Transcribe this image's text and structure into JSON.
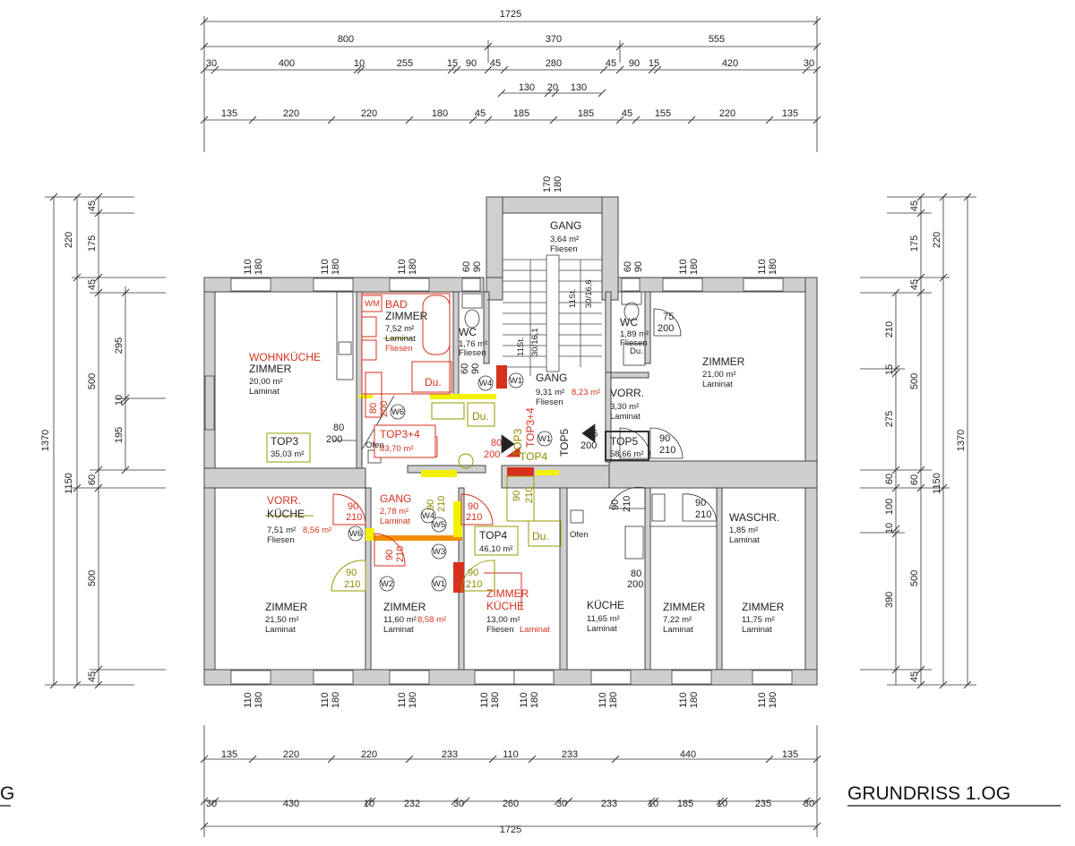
{
  "title": "GRUNDRISS 1.OG",
  "title_left_fragment": "G",
  "dims": {
    "top_total": "1725",
    "top_row2": [
      "800",
      "370",
      "555"
    ],
    "top_row3": [
      "30",
      "400",
      "10",
      "255",
      "15",
      "90",
      "45",
      "280",
      "45",
      "90",
      "15",
      "420",
      "30"
    ],
    "top_stair": [
      "130",
      "20",
      "130"
    ],
    "top_row4": [
      "135",
      "220",
      "220",
      "180",
      "45",
      "185",
      "185",
      "45",
      "155",
      "220",
      "135"
    ],
    "bottom_row1": [
      "135",
      "220",
      "220",
      "233",
      "110",
      "233",
      "440",
      "135"
    ],
    "bottom_row2": [
      "30",
      "430",
      "10",
      "232",
      "30",
      "260",
      "30",
      "233",
      "10",
      "185",
      "10",
      "235",
      "30"
    ],
    "bottom_total": "1725",
    "left_total": "1370",
    "left_mid": [
      "220",
      "1150"
    ],
    "left_inner": [
      "45",
      "175",
      "45",
      "500",
      "60",
      "500",
      "45"
    ],
    "left_window": [
      "295",
      "10",
      "195"
    ],
    "right_total": "1370",
    "right_mid": [
      "220",
      "1150"
    ],
    "right_inner": [
      "45",
      "175",
      "45",
      "500",
      "60",
      "500",
      "45"
    ],
    "right_window": [
      "210",
      "15",
      "275",
      "60",
      "100",
      "10",
      "390"
    ],
    "window_top": [
      "110",
      "180"
    ],
    "window_wc": [
      "60",
      "90"
    ],
    "stair_top": [
      "170",
      "180"
    ]
  },
  "rooms": [
    {
      "id": "wohnkueche",
      "name1": "WOHNKÜCHE",
      "name2": "ZIMMER",
      "area": "20,00 m²",
      "floor": "Laminat"
    },
    {
      "id": "bad",
      "name1": "BAD",
      "name2": "ZIMMER",
      "area": "7,52 m²",
      "floor": "Laminat",
      "floor2": "Fliesen",
      "wm": "WM"
    },
    {
      "id": "wc1",
      "name1": "WC",
      "area": "1,76 m²",
      "floor": "Fliesen"
    },
    {
      "id": "gang_stair",
      "name1": "GANG",
      "area": "3,64 m²",
      "floor": "Fliesen"
    },
    {
      "id": "gang_mid",
      "name1": "GANG",
      "area": "9,31 m²",
      "area2": "8,23 m²",
      "floor": "Fliesen"
    },
    {
      "id": "wc2",
      "name1": "WC",
      "area": "1,89 m²",
      "floor": "Fliesen",
      "du": "Du."
    },
    {
      "id": "vorr_r",
      "name1": "VORR.",
      "area": "3,30 m²",
      "floor": "Laminat"
    },
    {
      "id": "zimmer_tr",
      "name1": "ZIMMER",
      "area": "21,00 m²",
      "floor": "Laminat"
    },
    {
      "id": "vorr_l",
      "name1": "VORR.",
      "name2": "KÜCHE",
      "area": "7,51 m²",
      "area2": "8,56 m²",
      "floor": "Fliesen"
    },
    {
      "id": "gang_l",
      "name1": "GANG",
      "area": "2,78 m²",
      "floor": "Laminat"
    },
    {
      "id": "zimmer_bl",
      "name1": "ZIMMER",
      "area": "21,50 m²",
      "floor": "Laminat"
    },
    {
      "id": "zimmer_bm",
      "name1": "ZIMMER",
      "area": "11,60 m²",
      "area2": "8,58 m²",
      "floor": "Laminat"
    },
    {
      "id": "zimmer_kueche",
      "name1": "ZIMMER",
      "name2": "KÜCHE",
      "area": "13,00 m²",
      "floor": "Fliesen",
      "floor2": "Laminat"
    },
    {
      "id": "kueche_r",
      "name1": "KÜCHE",
      "area": "11,65 m²",
      "floor": "Laminat"
    },
    {
      "id": "zimmer_r1",
      "name1": "ZIMMER",
      "area": "7,22 m²",
      "floor": "Laminat"
    },
    {
      "id": "zimmer_r2",
      "name1": "ZIMMER",
      "area": "11,75 m²",
      "floor": "Laminat"
    },
    {
      "id": "waschr",
      "name1": "WASCHR.",
      "area": "1,85 m²",
      "floor": "Laminat"
    }
  ],
  "units": {
    "top3": {
      "name": "TOP3",
      "area": "35,03 m²"
    },
    "top34": {
      "name": "TOP3+4",
      "area": "83,70 m²"
    },
    "top4": {
      "name": "TOP4",
      "area": "46,10 m²"
    },
    "top5": {
      "name": "TOP5",
      "area": "58,66 m²"
    }
  },
  "labels": {
    "du": "Du.",
    "ofen": "Ofen",
    "stair_up": "11St.",
    "stair_up_dim": "30/16,1",
    "stair_down": "11St.",
    "stair_down_dim": "30/16,6",
    "top3_vert": "TOP3",
    "top34_vert": "TOP3+4",
    "top4_ghost": "TOP4",
    "top5_vert": "TOP5"
  },
  "walls_ids": [
    "W1",
    "W4",
    "W6",
    "W5",
    "W4",
    "W3",
    "W2",
    "W1",
    "W1",
    "W6"
  ],
  "doors": {
    "d80_200": [
      "80",
      "200"
    ],
    "d85_200": [
      "85",
      "200"
    ],
    "d90_210": [
      "90",
      "210"
    ],
    "d75_200": [
      "75",
      "200"
    ]
  },
  "colors": {
    "wall": "#cfcfcf",
    "wall_stroke": "#444444",
    "red": "#d6311e",
    "yellow": "#f2f200",
    "olive": "#9a9a00"
  }
}
